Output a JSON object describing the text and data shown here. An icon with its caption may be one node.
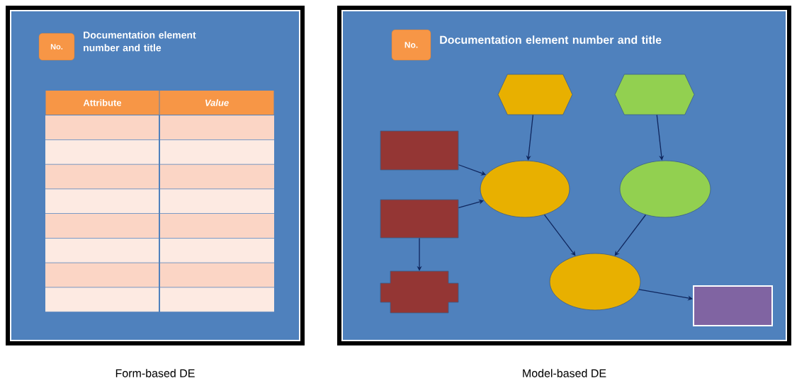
{
  "diagram": {
    "nodes": [
      {
        "text": [
          "Documentation element number and title"
        ],
        "beside": [
          "Form-based DE"
        ]
      },
      {
        "text": [
          "No."
        ],
        "in": 0
      },
      {
        "text": [
          "Documentation element number and title"
        ],
        "beside": [
          "Model-based DE"
        ]
      },
      {
        "text": [
          "No."
        ],
        "in": 2
      },
      {
        "text": [],
        "shape": "hexagon",
        "in": 2
      },
      {
        "text": [],
        "shape": "hexagon",
        "in": 2
      },
      {
        "text": [],
        "shape": "box",
        "in": 2
      },
      {
        "text": [],
        "shape": "ellipse",
        "in": 2
      },
      {
        "text": [],
        "shape": "ellipse",
        "in": 2
      },
      {
        "text": [],
        "shape": "box",
        "in": 2
      },
      {
        "text": [],
        "shape": "ellipse",
        "in": 2
      },
      {
        "text": [],
        "shape": "cross",
        "in": 2
      },
      {
        "text": [],
        "shape": "box",
        "in": 2
      }
    ],
    "edges": [
      {
        "from": 4,
        "to": 7,
        "arrow": "to"
      },
      {
        "from": 5,
        "to": 8,
        "arrow": "to"
      },
      {
        "from": 6,
        "to": 7,
        "arrow": "to"
      },
      {
        "from": 9,
        "to": 7,
        "arrow": "to"
      },
      {
        "from": 9,
        "to": 11,
        "arrow": "to"
      },
      {
        "from": 7,
        "to": 10,
        "arrow": "to"
      },
      {
        "from": 8,
        "to": 10,
        "arrow": "to"
      },
      {
        "from": 10,
        "to": 12,
        "arrow": "to"
      }
    ],
    "labels": [
      "Attribute",
      "Value"
    ]
  }
}
